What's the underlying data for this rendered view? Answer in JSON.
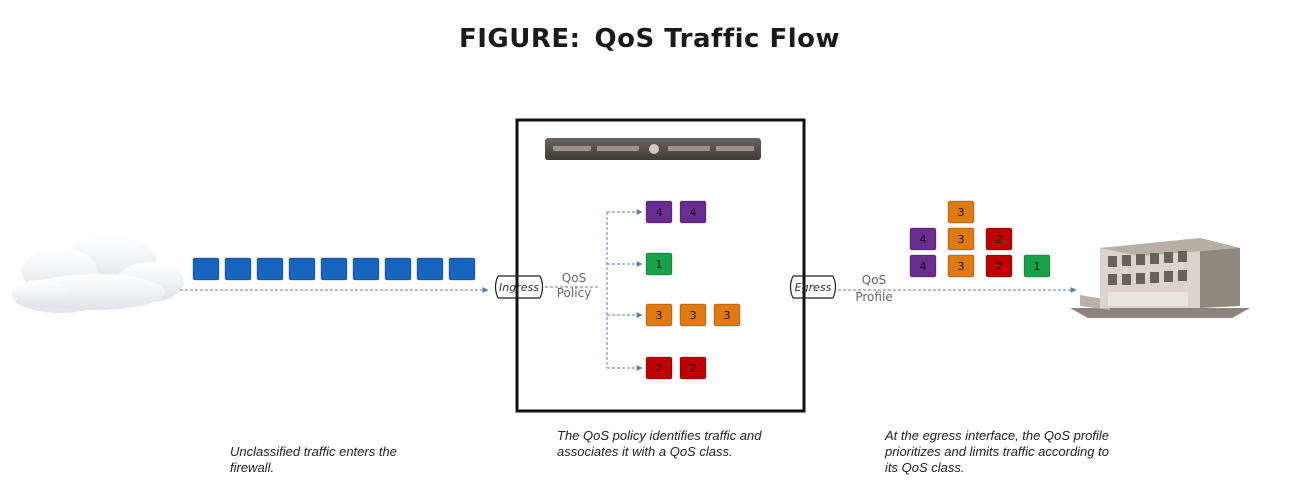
{
  "header": {
    "figure_label": "FIGURE:",
    "figure_title": "QoS Traffic Flow"
  },
  "diagram": {
    "ingress_label": "Ingress",
    "egress_label": "Egress",
    "policy_label_line1": "QoS",
    "policy_label_line2": "Policy",
    "profile_label_line1": "QoS",
    "profile_label_line2": "Profile",
    "unclassified_packet_count": 9,
    "classified_rows": [
      {
        "class": "4",
        "count": 2
      },
      {
        "class": "1",
        "count": 1
      },
      {
        "class": "3",
        "count": 3
      },
      {
        "class": "2",
        "count": 2
      }
    ],
    "egress_stack": [
      [
        "3"
      ],
      [
        "4",
        "3",
        "2"
      ],
      [
        "4",
        "3",
        "2",
        "1"
      ]
    ],
    "class_colors": {
      "1": "#16a34a",
      "2": "#c00000",
      "3": "#e07a10",
      "4": "#6a2c91",
      "unclassified": "#1565c0"
    }
  },
  "captions": {
    "left": "Unclassified traffic enters the firewall.",
    "middle": "The QoS policy identifies traffic and associates it with a QoS class.",
    "right": "At the egress interface, the QoS profile prioritizes and limits traffic according to its QoS class."
  },
  "icons": [
    "cloud-icon",
    "firewall-appliance-icon",
    "office-building-icon"
  ]
}
